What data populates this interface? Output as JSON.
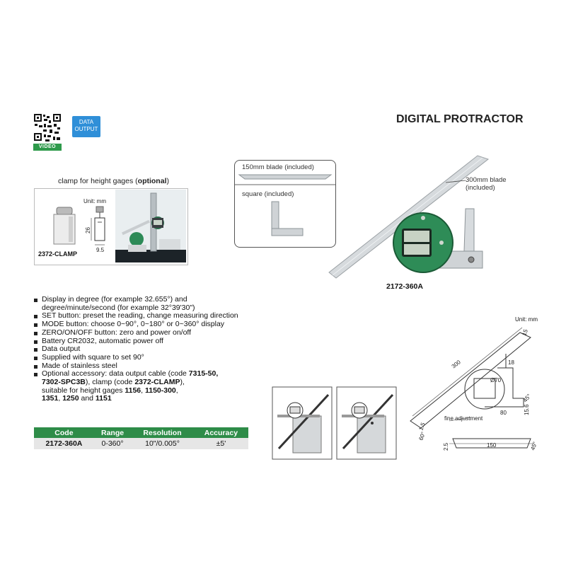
{
  "header": {
    "qr_label": "VIDEO",
    "badge_line1": "DATA",
    "badge_line2": "OUTPUT",
    "title": "DIGITAL PROTRACTOR"
  },
  "clamp": {
    "caption_prefix": "clamp for height gages (",
    "caption_bold": "optional",
    "caption_suffix": ")",
    "unit": "Unit: mm",
    "dim_height": "26",
    "dim_width": "9.5",
    "code": "2372-CLAMP"
  },
  "accessories": {
    "blade_150": "150mm blade (included)",
    "square": "square (included)"
  },
  "product": {
    "blade_300_line1": "300mm blade",
    "blade_300_line2": "(included)",
    "model": "2172-360A"
  },
  "features": [
    {
      "text": "Display in degree (for example 32.655°) and",
      "cont": "degree/minute/second (for example 32°39'30\")"
    },
    {
      "text": "SET button: preset the reading, change measuring direction"
    },
    {
      "text": "MODE button: choose 0~90°, 0~180° or 0~360° display"
    },
    {
      "text": "ZERO/ON/OFF button: zero and power on/off"
    },
    {
      "text": "Battery CR2032, automatic power off"
    },
    {
      "text": "Data output"
    },
    {
      "text": "Supplied with square to set 90°"
    },
    {
      "text": "Made of stainless steel"
    }
  ],
  "optional": {
    "l1_a": "Optional accessory: data output cable (code ",
    "l1_b": "7315-50,",
    "l2_a": "7302-SPC3B",
    "l2_b": "), clamp (code ",
    "l2_c": "2372-CLAMP",
    "l2_d": "),",
    "l3_a": "suitable for height gages ",
    "l3_b": "1156",
    "l3_c": ", ",
    "l3_d": "1150-300",
    "l3_e": ",",
    "l4_a": "1351",
    "l4_b": ", ",
    "l4_c": "1250",
    "l4_d": " and ",
    "l4_e": "1151"
  },
  "table": {
    "headers": [
      "Code",
      "Range",
      "Resolution",
      "Accuracy"
    ],
    "rows": [
      [
        "2172-360A",
        "0-360°",
        "10\"/0.005°",
        "±5'"
      ]
    ]
  },
  "drawing": {
    "unit": "Unit: mm",
    "d300": "300",
    "d15": "15",
    "d70": "Ø70",
    "d18": "18",
    "d80": "80",
    "d15_6": "15.6",
    "d150": "150",
    "d45": "45°",
    "d60": "60°",
    "d1_5": "1.5",
    "d2_5": "2.5",
    "fine": "fine adjustment"
  },
  "colors": {
    "accent_green": "#2e8c48",
    "badge_blue": "#2f8fd8"
  }
}
